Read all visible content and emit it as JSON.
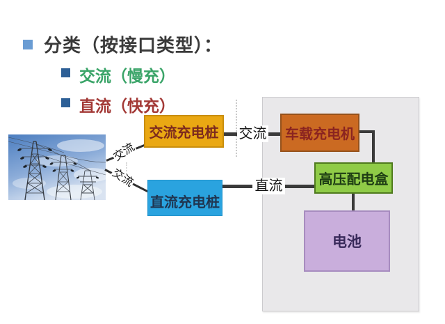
{
  "slide": {
    "title": {
      "text": "分类（按接口类型）："
    },
    "bullets": [
      {
        "text": "交流（慢充）",
        "color": "#3aa468"
      },
      {
        "text": "直流（快充）",
        "color": "#a33936"
      }
    ]
  },
  "diagram": {
    "photo": {
      "name": "power-transmission-towers"
    },
    "nodes": {
      "ac_pile": {
        "label": "交流充电桩",
        "fill": "#eaa813",
        "text_color": "#7c2a1e"
      },
      "dc_pile": {
        "label": "直流充电桩",
        "fill": "#2aa3df",
        "text_color": "#1f3550"
      },
      "onboard_charger": {
        "label": "车载充电机",
        "fill": "#cb6a22",
        "text_color": "#8b2420"
      },
      "hv_dist_box": {
        "label": "高压配电盒",
        "fill": "#8fcb47",
        "text_color": "#1e3d14"
      },
      "battery": {
        "label": "电池",
        "fill": "#c9aedc",
        "text_color": "#38295a"
      }
    },
    "edges": {
      "ac_to_obc_label": "交流",
      "dc_to_hv_label": "直流",
      "grid_to_ac_pile_label": "交流",
      "grid_to_dc_pile_label": "交流"
    },
    "panel_fill": "#e9e8ea",
    "connector_color": "#3a3a3a"
  }
}
